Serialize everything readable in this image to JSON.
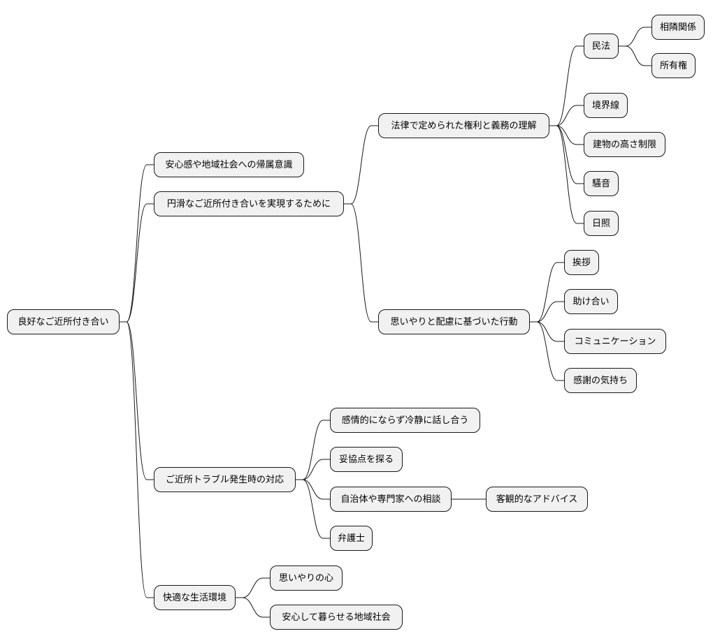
{
  "mindmap": {
    "root": "良好なご近所付き合い",
    "n1": "安心感や地域社会への帰属意識",
    "n2": "円滑なご近所付き合いを実現するために",
    "n2a": "法律で定められた権利と義務の理解",
    "n2a1": "民法",
    "n2a1a": "相隣関係",
    "n2a1b": "所有権",
    "n2a2": "境界線",
    "n2a3": "建物の高さ制限",
    "n2a4": "騒音",
    "n2a5": "日照",
    "n2b": "思いやりと配慮に基づいた行動",
    "n2b1": "挨拶",
    "n2b2": "助け合い",
    "n2b3": "コミュニケーション",
    "n2b4": "感謝の気持ち",
    "n3": "ご近所トラブル発生時の対応",
    "n3a": "感情的にならず冷静に話し合う",
    "n3b": "妥協点を探る",
    "n3c": "自治体や専門家への相談",
    "n3c1": "客観的なアドバイス",
    "n3d": "弁護士",
    "n4": "快適な生活環境",
    "n4a": "思いやりの心",
    "n4b": "安心して暮らせる地域社会"
  }
}
